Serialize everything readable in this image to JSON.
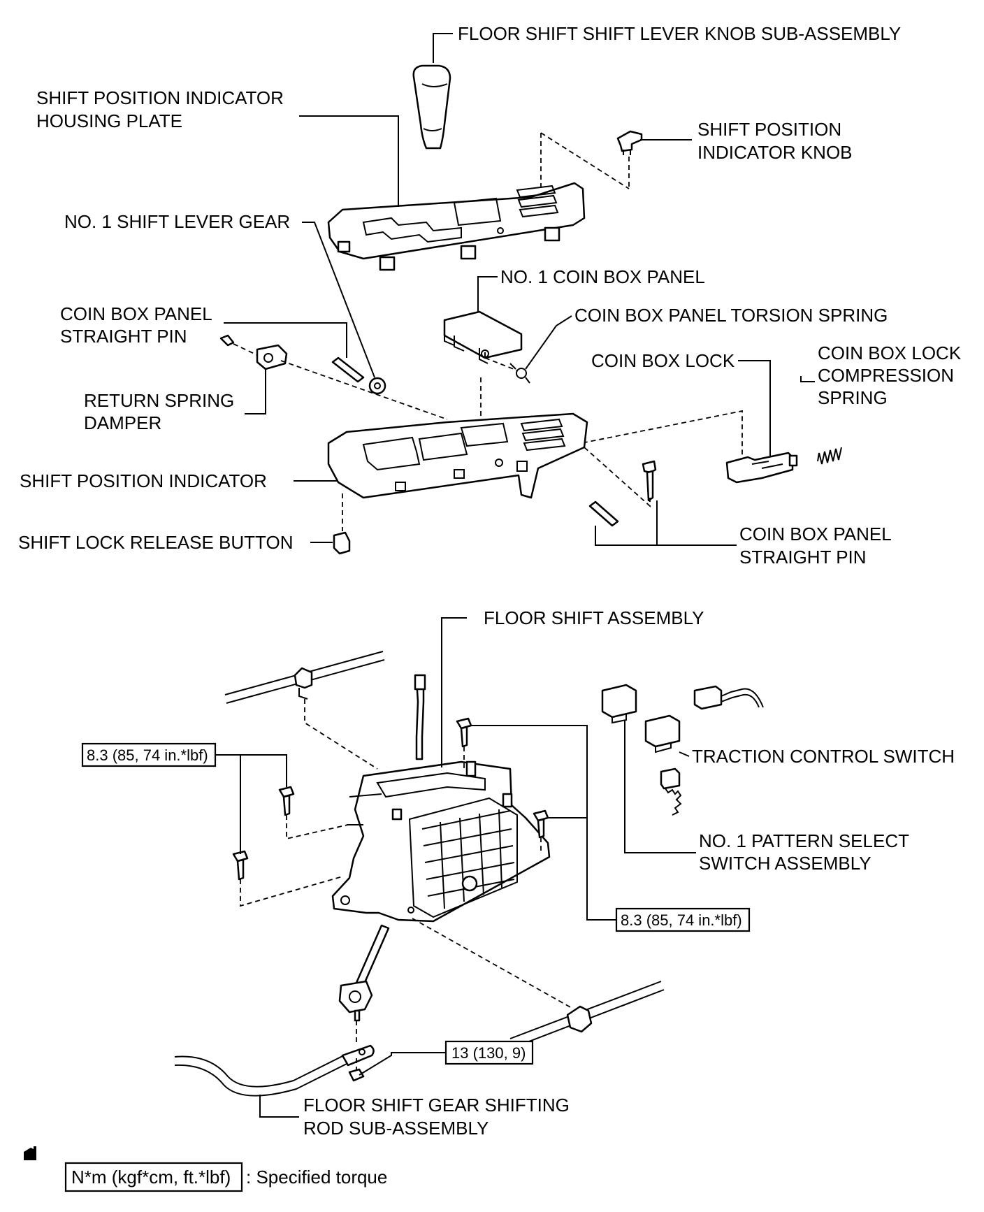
{
  "labels": {
    "knob_subassembly": "FLOOR SHIFT SHIFT LEVER KNOB SUB-ASSEMBLY",
    "housing_plate_1": "SHIFT POSITION INDICATOR",
    "housing_plate_2": "HOUSING PLATE",
    "indicator_knob_1": "SHIFT POSITION",
    "indicator_knob_2": "INDICATOR KNOB",
    "shift_lever_gear": "NO. 1 SHIFT LEVER GEAR",
    "coin_box_panel": "NO. 1 COIN BOX PANEL",
    "pin_left_1": "COIN BOX PANEL",
    "pin_left_2": "STRAIGHT PIN",
    "torsion_spring": "COIN BOX PANEL TORSION SPRING",
    "coin_box_lock": "COIN BOX LOCK",
    "compression_spring_1": "COIN BOX LOCK",
    "compression_spring_2": "COMPRESSION",
    "compression_spring_3": "SPRING",
    "return_damper_1": "RETURN SPRING",
    "return_damper_2": "DAMPER",
    "shift_position_indicator": "SHIFT POSITION INDICATOR",
    "shift_lock_release": "SHIFT LOCK RELEASE BUTTON",
    "pin_right_1": "COIN BOX PANEL",
    "pin_right_2": "STRAIGHT PIN",
    "floor_shift_assembly": "FLOOR SHIFT ASSEMBLY",
    "traction_control": "TRACTION CONTROL SWITCH",
    "pattern_select_1": "NO. 1 PATTERN SELECT",
    "pattern_select_2": "SWITCH ASSEMBLY",
    "rod_subassembly_1": "FLOOR SHIFT GEAR SHIFTING",
    "rod_subassembly_2": "ROD SUB-ASSEMBLY"
  },
  "torque": {
    "left": "8.3 (85, 74 in.*lbf)",
    "right": "8.3 (85, 74 in.*lbf)",
    "bottom": "13 (130, 9)"
  },
  "legend": {
    "box": "N*m (kgf*cm, ft.*lbf)",
    "text": ": Specified torque"
  }
}
